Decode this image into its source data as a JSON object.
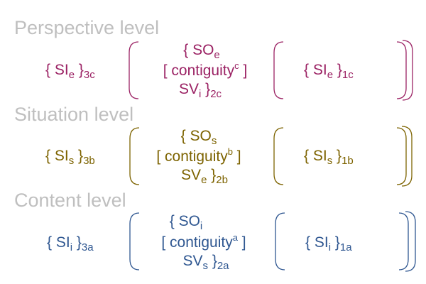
{
  "colors": {
    "perspective": "#9b2264",
    "situation": "#7d6300",
    "content": "#2f5791",
    "title": "#bfbfbf"
  },
  "levels": [
    {
      "key": "perspective",
      "title": "Perspective level",
      "left": {
        "open": "{ SI",
        "sub1": "e",
        "close": " }",
        "sub2": "3c"
      },
      "mid1": {
        "open": "{ SO",
        "sub": "e"
      },
      "mid2": {
        "open": "[ contiguity",
        "sup": "c",
        "close": " ]"
      },
      "mid3": {
        "open": "SV",
        "sub1": "i",
        "close": " }",
        "sub2": "2c"
      },
      "right": {
        "open": "{ SI",
        "sub1": "e",
        "close": " }",
        "sub2": "1c"
      }
    },
    {
      "key": "situation",
      "title": "Situation level",
      "left": {
        "open": "{ SI",
        "sub1": "s",
        "close": " }",
        "sub2": "3b"
      },
      "mid1": {
        "open": "{ SO",
        "sub": "s"
      },
      "mid2": {
        "open": "[ contiguity",
        "sup": "b",
        "close": " ]"
      },
      "mid3": {
        "open": "SV",
        "sub1": "e",
        "close": " }",
        "sub2": "2b"
      },
      "right": {
        "open": "{ SI",
        "sub1": "s",
        "close": " }",
        "sub2": "1b"
      }
    },
    {
      "key": "content",
      "title": "Content level",
      "left": {
        "open": "{ SI",
        "sub1": "i",
        "close": " }",
        "sub2": "3a"
      },
      "mid1": {
        "open": "{ SO",
        "sub": "i"
      },
      "mid2": {
        "open": "[ contiguity",
        "sup": "a",
        "close": " ]"
      },
      "mid3": {
        "open": "SV",
        "sub1": "s",
        "close": " }",
        "sub2": "2a"
      },
      "right": {
        "open": "{ SI",
        "sub1": "i",
        "close": " }",
        "sub2": "1a"
      }
    }
  ]
}
